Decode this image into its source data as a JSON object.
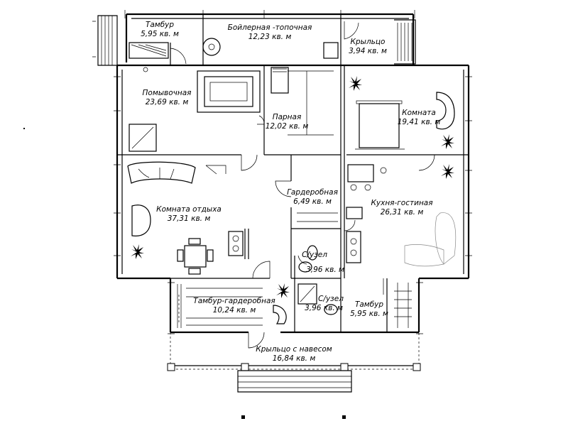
{
  "rooms": {
    "tambur_top": {
      "name": "Тамбур",
      "area": "5,95 кв. м"
    },
    "boiler": {
      "name": "Бойлерная -топочная",
      "area": "12,23 кв. м"
    },
    "porch_top": {
      "name": "Крыльцо",
      "area": "3,94 кв. м"
    },
    "wash": {
      "name": "Помывочная",
      "area": "23,69 кв. м"
    },
    "steam": {
      "name": "Парная",
      "area": "12,02 кв. м"
    },
    "room": {
      "name": "Комната",
      "area": "19,41 кв. м"
    },
    "rest": {
      "name": "Комната отдыха",
      "area": "37,31 кв. м"
    },
    "wardrobe": {
      "name": "Гардеробная",
      "area": "6,49 кв. м"
    },
    "kitchen": {
      "name": "Кухня-гостиная",
      "area": "26,31 кв. м"
    },
    "wc1": {
      "name": "С/узел",
      "area": "3,96 кв. м"
    },
    "tambur_wardrobe": {
      "name": "Тамбур-гардеробная",
      "area": "10,24 кв. м"
    },
    "wc2": {
      "name": "С/узел",
      "area": "3,96 кв. м"
    },
    "tambur_bottom": {
      "name": "Тамбур",
      "area": "5,95 кв. м"
    },
    "porch_canopy": {
      "name": "Крыльцо с навесом",
      "area": "16,84 кв. м"
    }
  },
  "colors": {
    "line": "#000000",
    "furniture_light": "#888888",
    "background": "#ffffff"
  }
}
